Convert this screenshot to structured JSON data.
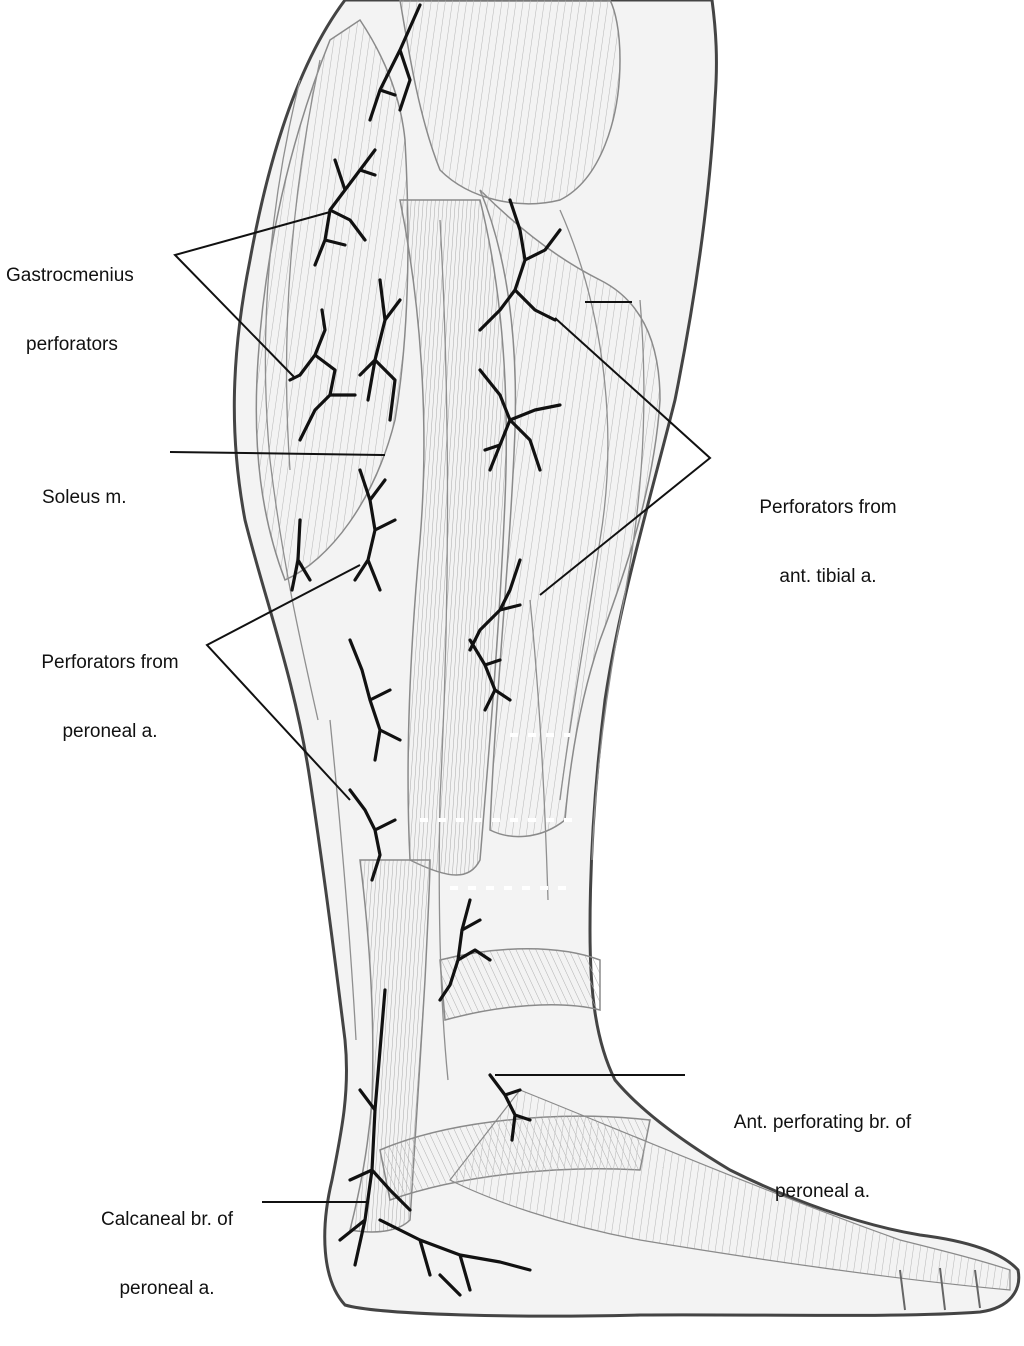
{
  "figure": {
    "subject": "lateral view of lower leg and foot",
    "colors": {
      "skin_outline": "#444444",
      "muscle_fiber": "#9a9a9a",
      "vessel": "#111111",
      "leader_line": "#111111",
      "background": "#ffffff"
    }
  },
  "labels": {
    "gastrocnemius": {
      "line1": "Gastrocmenius",
      "line2": "perforators"
    },
    "soleus": {
      "line1": "Soleus m."
    },
    "peroneal_perforators": {
      "line1": "Perforators from",
      "line2": "peroneal a."
    },
    "ant_tibial_perforators": {
      "line1": "Perforators from",
      "line2": "ant. tibial a."
    },
    "ant_perforating_branch": {
      "line1": "Ant. perforating br. of",
      "line2": "peroneal a."
    },
    "calcaneal_branch": {
      "line1": "Calcaneal br. of",
      "line2": "peroneal a."
    }
  }
}
